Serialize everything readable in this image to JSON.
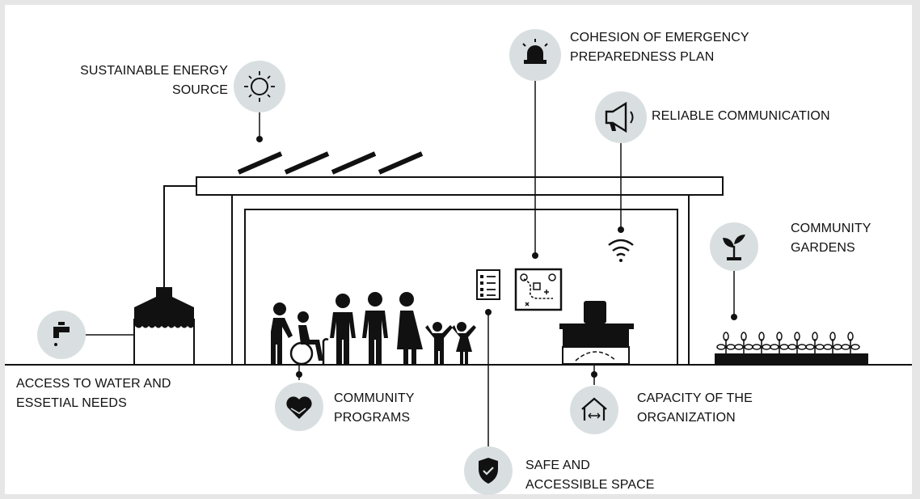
{
  "labels": {
    "energy": [
      "SUSTAINABLE ENERGY",
      "SOURCE"
    ],
    "emergency": [
      "COHESION OF EMERGENCY",
      "PREPAREDNESS PLAN"
    ],
    "communication": [
      "RELIABLE COMMUNICATION"
    ],
    "gardens": [
      "COMMUNITY",
      "GARDENS"
    ],
    "water": [
      "ACCESS TO WATER AND",
      "ESSETIAL NEEDS"
    ],
    "programs": [
      "COMMUNITY",
      "PROGRAMS"
    ],
    "capacity": [
      "CAPACITY OF THE",
      "ORGANIZATION"
    ],
    "safe": [
      "SAFE AND",
      "ACCESSIBLE SPACE"
    ]
  },
  "icons": {
    "energy": "sun-icon",
    "emergency": "siren-icon",
    "communication": "megaphone-icon",
    "gardens": "sprout-icon",
    "water": "faucet-icon",
    "programs": "heart-hands-icon",
    "capacity": "house-arrows-icon",
    "safe": "shield-check-icon",
    "wifi": "wifi-icon",
    "checklist": "checklist-icon",
    "map": "evacuation-map-icon"
  },
  "colors": {
    "circle": "#d9dfe1",
    "ink": "#111111",
    "background": "#ffffff"
  }
}
